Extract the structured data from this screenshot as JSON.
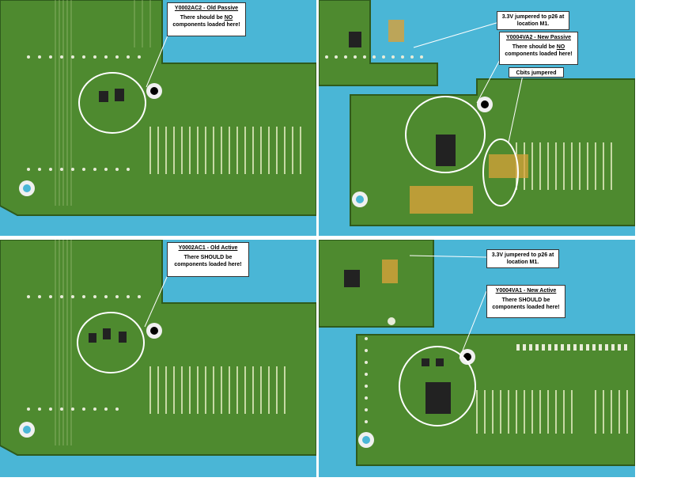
{
  "panels": [
    {
      "title": "Y0002AC2 - Old Passive",
      "line1": "There should be",
      "emph": "NO",
      "line2": "components loaded here!"
    },
    {
      "title": "Y0004VA2 - New Passive",
      "line1": "There should be",
      "emph": "NO",
      "line2": "components loaded here!",
      "note_jumper": "3.3V jumpered to p26 at location M1.",
      "note_cbits": "Cbits jumpered"
    },
    {
      "title": "Y0002AC1 - Old Active",
      "line1": "There SHOULD be",
      "emph": "",
      "line2": "components loaded here!"
    },
    {
      "title": "Y0004VA1 - New Active",
      "line1": "There SHOULD be",
      "emph": "",
      "line2": "components loaded here!",
      "note_jumper": "3.3V jumpered to p26 at location M1."
    }
  ],
  "colors": {
    "sky": "#4ab6d6",
    "board": "#4e8a2f",
    "board_dark": "#3f7425",
    "trace": "#9fc07a",
    "pad": "#e8ecd8",
    "tape": "#d8a13a"
  }
}
